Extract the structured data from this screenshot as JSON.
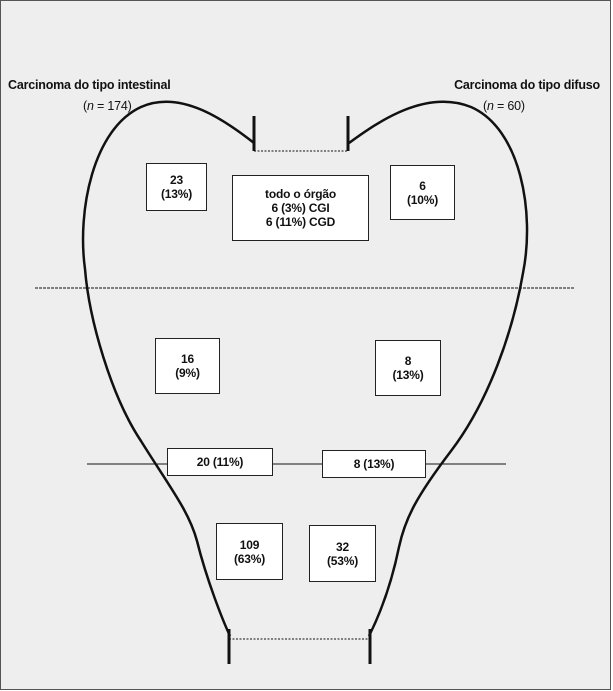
{
  "labels": {
    "left": {
      "title": "Carcinoma do tipo intestinal",
      "n_var": "n",
      "n_text": " = 174"
    },
    "right": {
      "title": "Carcinoma do tipo difuso",
      "n_var": "n",
      "n_text": " = 60"
    }
  },
  "regions": {
    "upper_left": {
      "count": "23",
      "pct": "(13%)"
    },
    "whole_organ": {
      "line1": "todo o órgão",
      "line2": "6 (3%) CGI",
      "line3": "6 (11%) CGD"
    },
    "upper_right": {
      "count": "6",
      "pct": "(10%)"
    },
    "middle_left": {
      "count": "16",
      "pct": "(9%)"
    },
    "middle_right": {
      "count": "8",
      "pct": "(13%)"
    },
    "border_left": {
      "text": "20 (11%)"
    },
    "border_right": {
      "text": "8 (13%)"
    },
    "lower_left": {
      "count": "109",
      "pct": "(63%)"
    },
    "lower_right": {
      "count": "32",
      "pct": "(53%)"
    }
  }
}
